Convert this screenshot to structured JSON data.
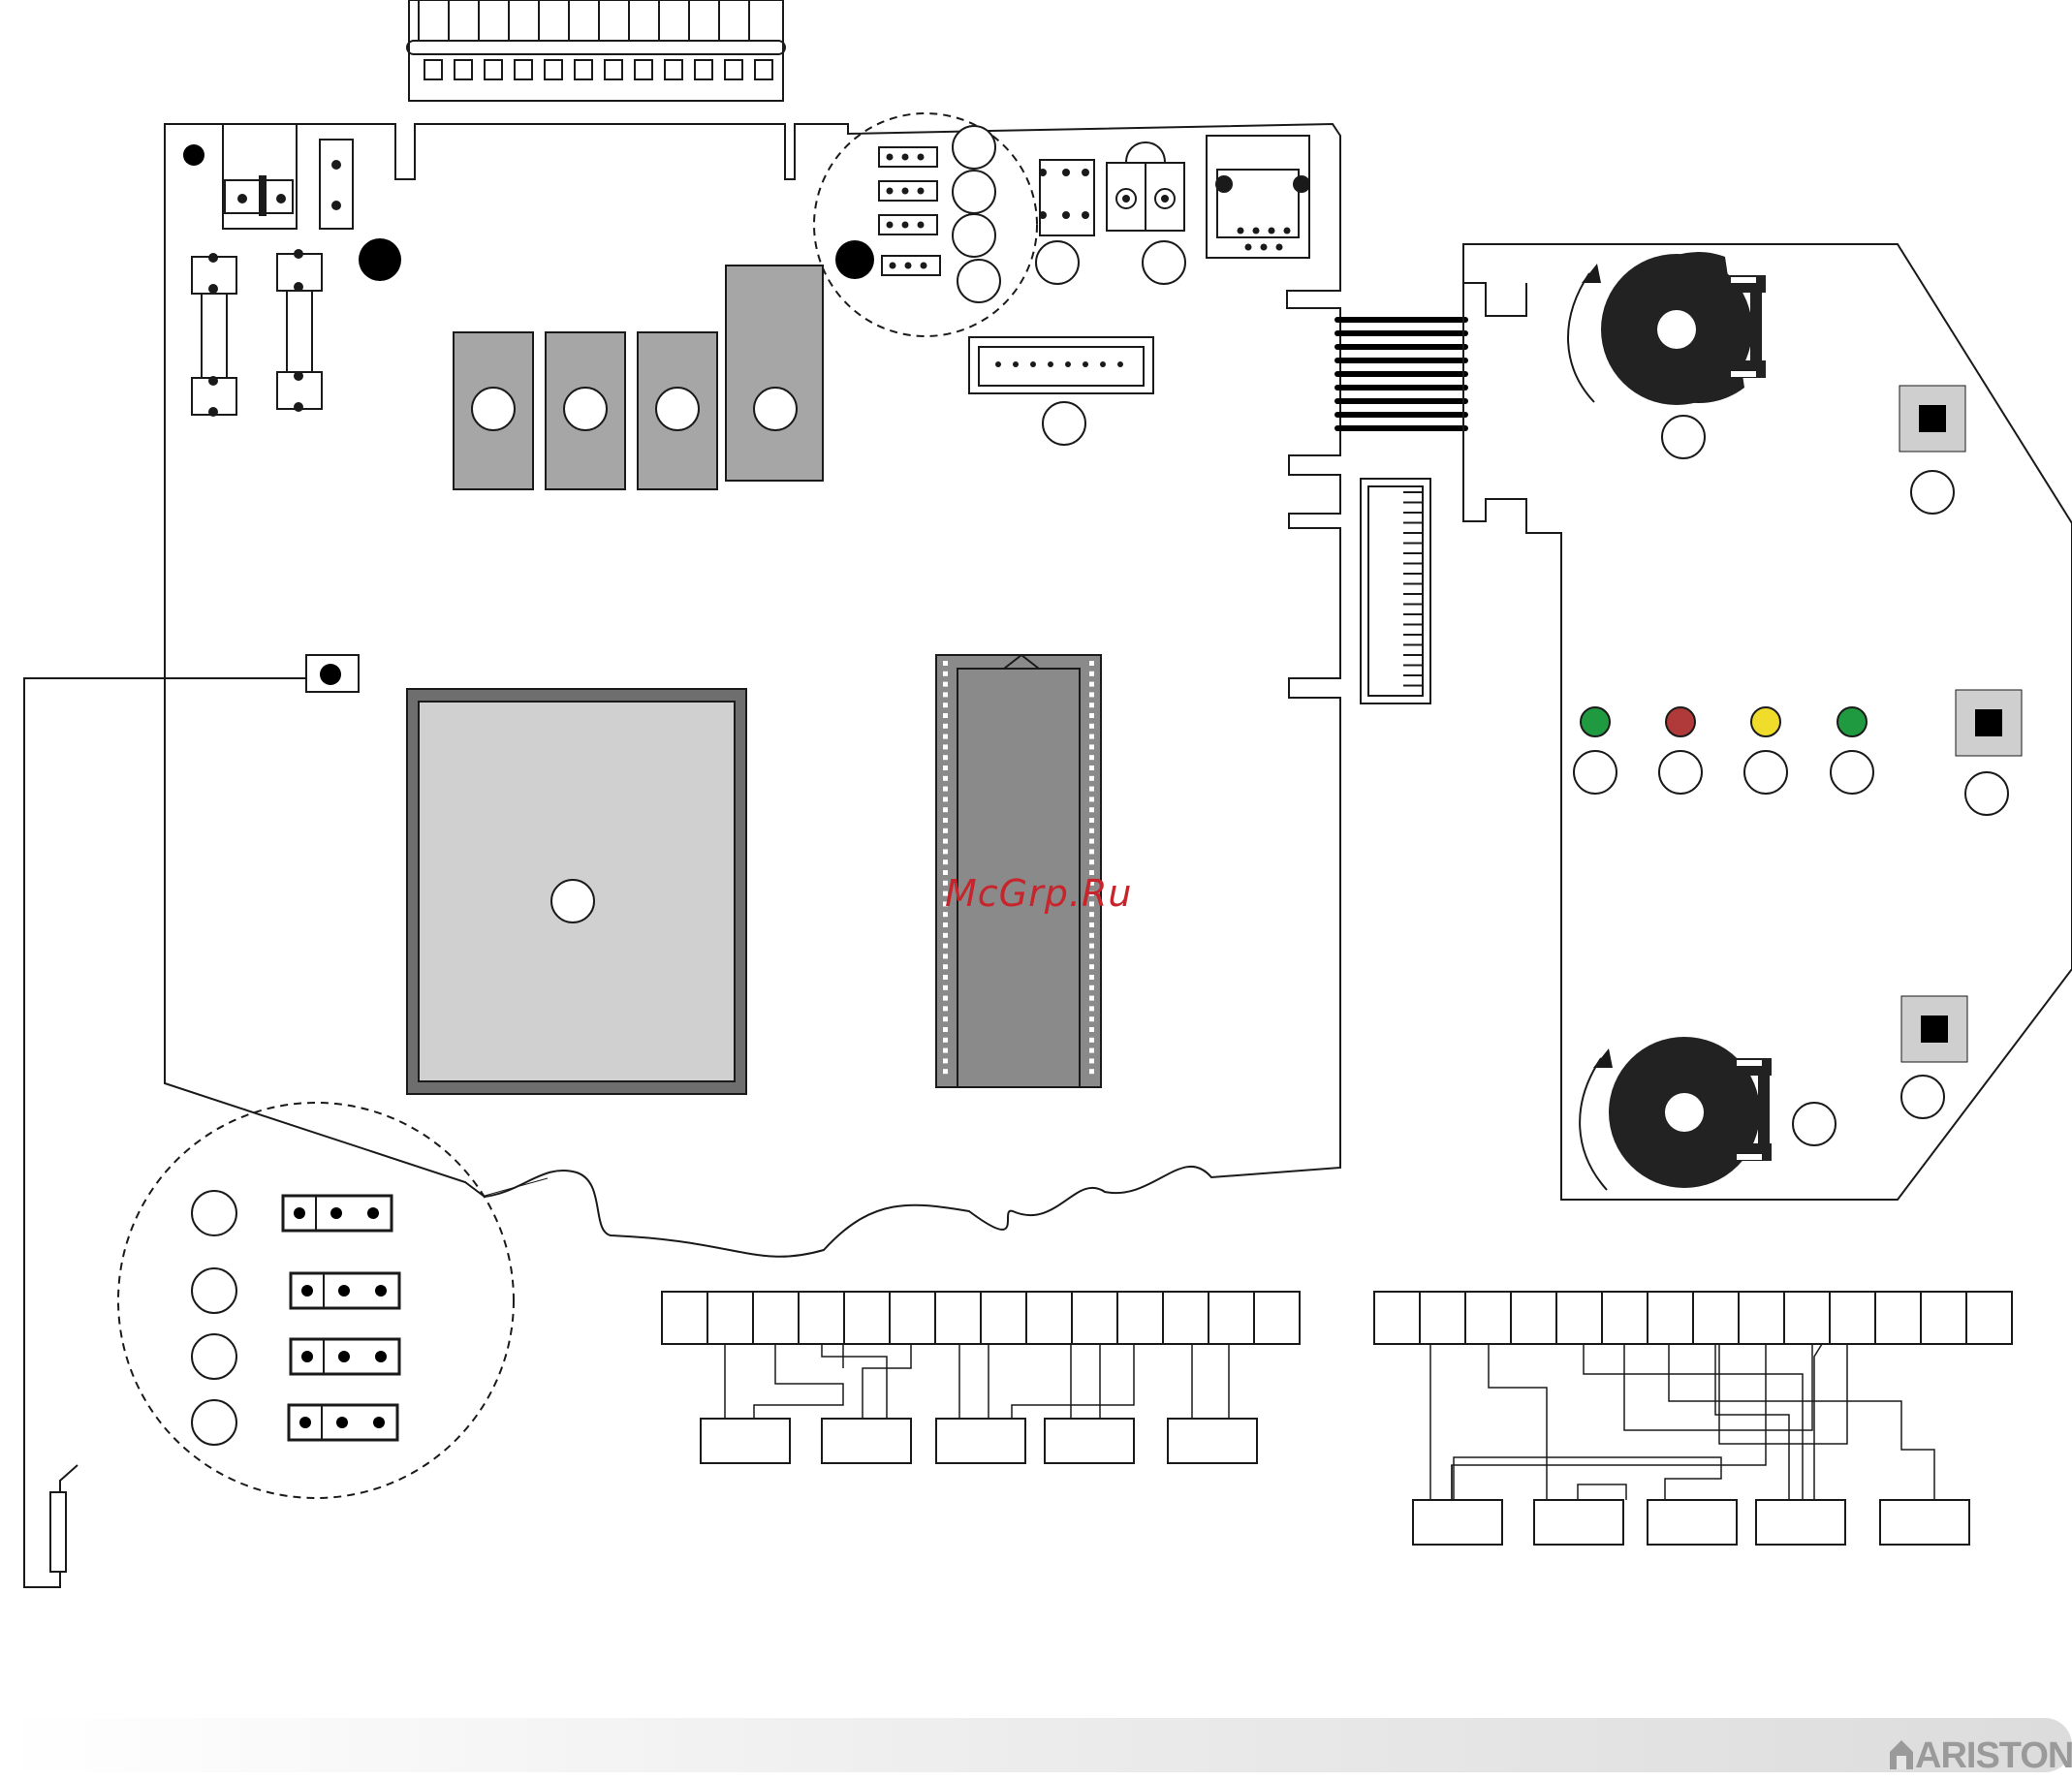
{
  "watermark": "McGrp.Ru",
  "brand": {
    "name": "ARISTON",
    "color": "#9a9a9a",
    "logo_icon": "ariston-house-logo-icon"
  },
  "colors": {
    "board_outline": "#1a1a1a",
    "relay_fill": "#a6a6a6",
    "transformer_outer": "#6e6e6e",
    "transformer_inner": "#d0d0d0",
    "chip_fill": "#8a8a8a",
    "pot_fill": "#222222",
    "led_green": "#1f9a40",
    "led_red": "#b03a3a",
    "led_yellow": "#f0dc2a",
    "footer_band": "#e2e2e2"
  },
  "leds": [
    {
      "color": "green"
    },
    {
      "color": "red"
    },
    {
      "color": "yellow"
    },
    {
      "color": "green"
    }
  ],
  "jumper_detail": {
    "jumpers": 4,
    "pins_per_jumper": 3
  },
  "connector_legends": [
    {
      "terminals": 14,
      "plugs": 5
    },
    {
      "terminals": 14,
      "plugs": 5
    }
  ]
}
